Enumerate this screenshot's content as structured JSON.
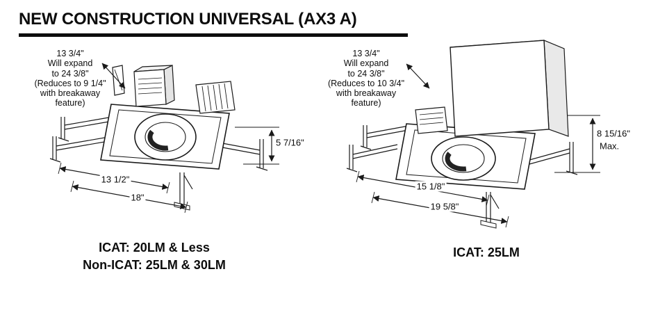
{
  "header": {
    "title": "NEW CONSTRUCTION UNIVERSAL (AX3 A)"
  },
  "left_unit": {
    "expand_note": "13 3/4\"\nWill expand\nto 24 3/8\"\n(Reduces to 9 1/4\"\nwith breakaway\nfeature)",
    "height": "5 7/16\"",
    "width_housing": "13 1/2\"",
    "width_overall": "18\"",
    "caption": "ICAT: 20LM & Less\nNon-ICAT: 25LM & 30LM"
  },
  "right_unit": {
    "expand_note": "13 3/4\"\nWill expand\nto 24 3/8\"\n(Reduces to 10 3/4\"\nwith breakaway\nfeature)",
    "height": "8 15/16\"",
    "height_qualifier": "Max.",
    "width_housing": "15 1/8\"",
    "width_overall": "19 5/8\"",
    "caption": "ICAT: 25LM"
  }
}
